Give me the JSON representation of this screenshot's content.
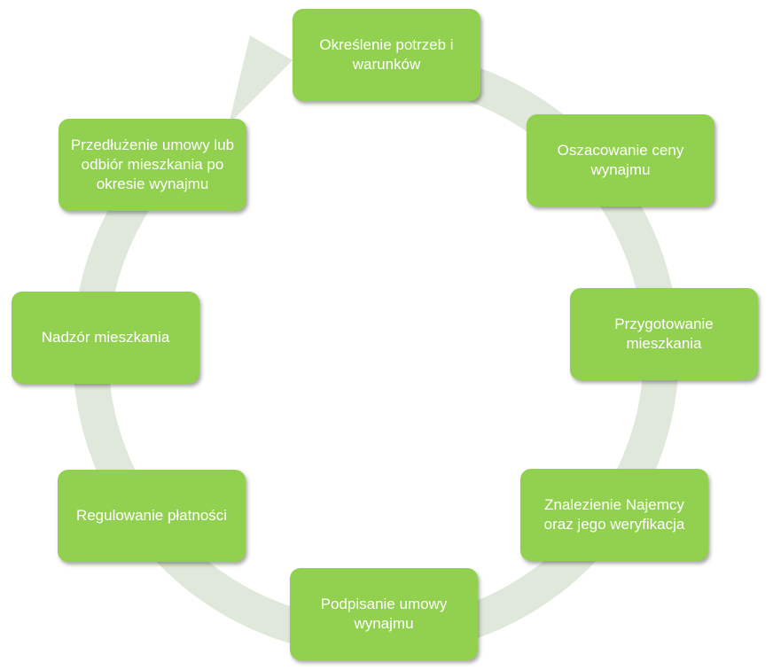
{
  "diagram": {
    "type": "cycle",
    "colors": {
      "box_fill": "#92d050",
      "box_text": "#ffffff",
      "ring": "#dfe8da"
    },
    "steps": [
      {
        "label": "Określenie potrzeb i warunków"
      },
      {
        "label": "Oszacowanie ceny wynajmu"
      },
      {
        "label": "Przygotowanie mieszkania"
      },
      {
        "label": "Znalezienie Najemcy oraz jego weryfikacja"
      },
      {
        "label": "Podpisanie umowy wynajmu"
      },
      {
        "label": "Regulowanie płatności"
      },
      {
        "label": "Nadzór mieszkania"
      },
      {
        "label": "Przedłużenie umowy lub odbiór mieszkania po okresie wynajmu"
      }
    ]
  }
}
